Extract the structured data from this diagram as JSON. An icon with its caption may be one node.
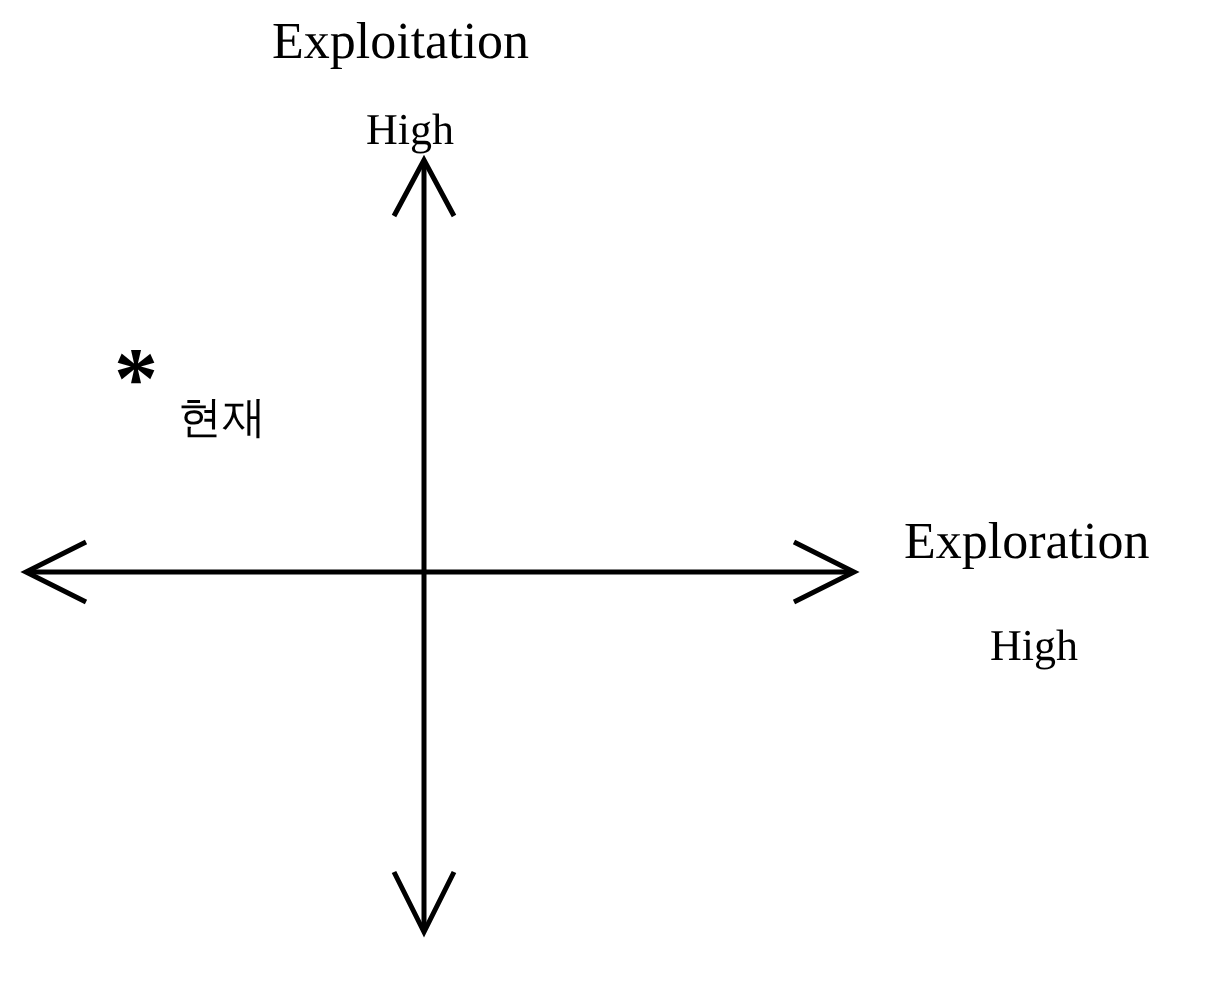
{
  "diagram": {
    "labels": [
      "Exploitation",
      "High",
      "*",
      "현재",
      "Exploration",
      "High"
    ]
  }
}
